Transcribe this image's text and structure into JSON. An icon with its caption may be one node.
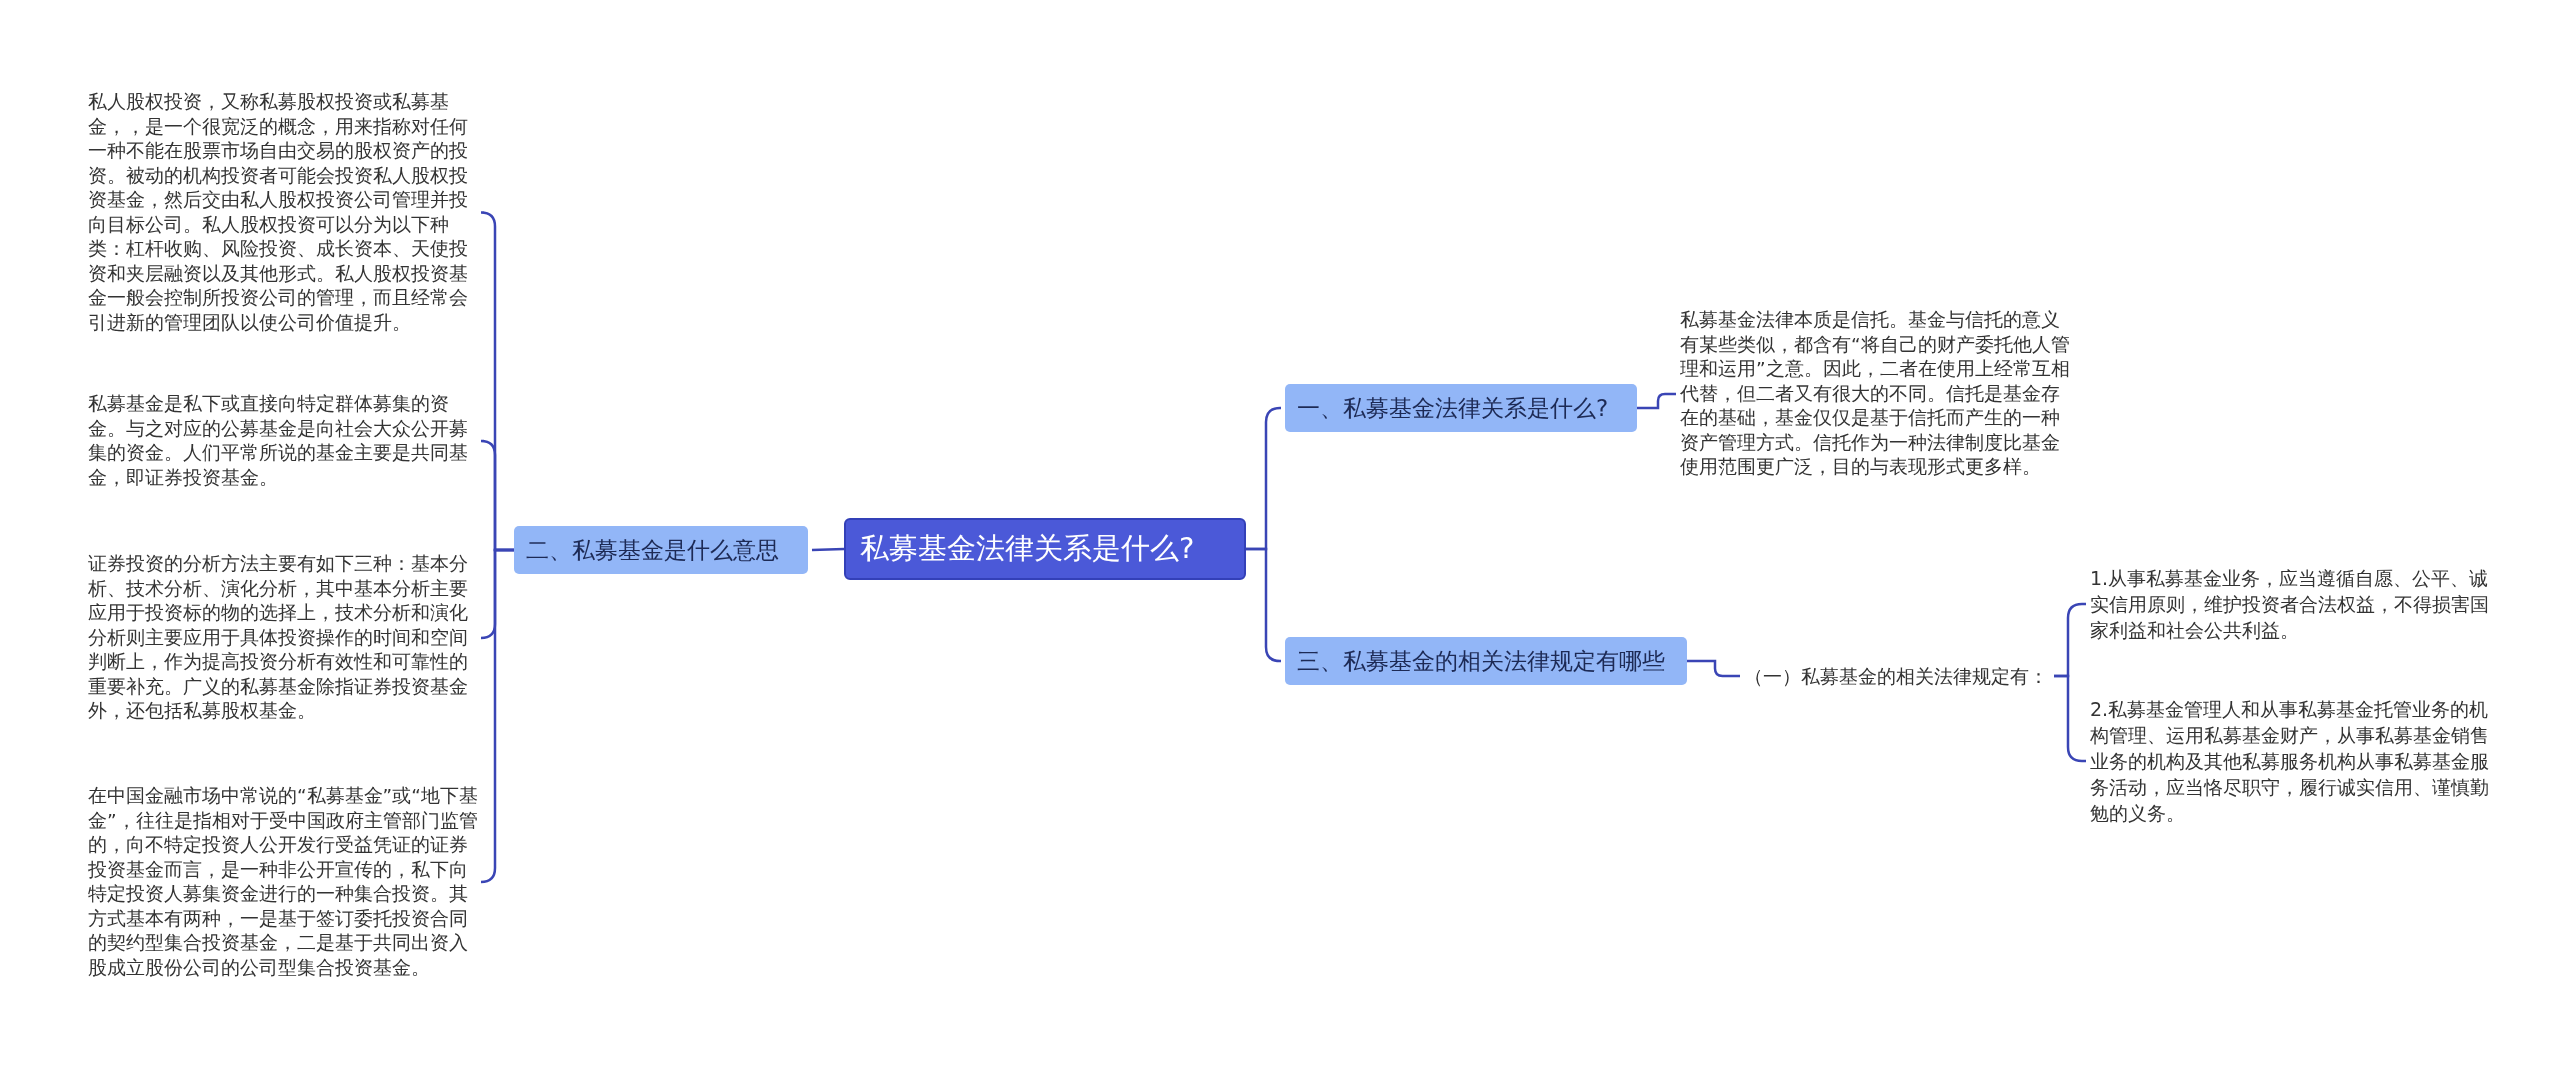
{
  "diagram": {
    "nodes": [
      {
        "text": [
          "私募基金法律关系是什么?"
        ]
      },
      {
        "text": [
          "一、私募基金法律关系是什么?"
        ]
      },
      {
        "text": [
          "私募基金法律本质是信托。基金与信托的意义有某些类似，都含有“将自己的财产委托他人管理和运用”之意。因此，二者在使用上经常互相代替，但二者又有很大的不同。信托是基金存在的基础，基金仅仅是基于信托而产生的一种资产管理方式。信托作为一种法律制度比基金使用范围更广泛，目的与表现形式更多样。"
        ]
      },
      {
        "text": [
          "三、私募基金的相关法律规定有哪些"
        ]
      },
      {
        "text": [
          "（一）私募基金的相关法律规定有："
        ]
      },
      {
        "text": [
          "1.从事私募基金业务，应当遵循自愿、公平、诚实信用原则，维护投资者合法权益，不得损害国家利益和社会公共利益。"
        ]
      },
      {
        "text": [
          "2.私募基金管理人和从事私募基金托管业务的机构管理、运用私募基金财产，从事私募基金销售业务的机构及其他私募服务机构从事私募基金服务活动，应当恪尽职守，履行诚实信用、谨慎勤勉的义务。"
        ]
      },
      {
        "text": [
          "二、私募基金是什么意思"
        ]
      },
      {
        "text": [
          "私人股权投资，又称私募股权投资或私募基金，，是一个很宽泛的概念，用来指称对任何一种不能在股票市场自由交易的股权资产的投资。被动的机构投资者可能会投资私人股权投资基金，然后交由私人股权投资公司管理并投向目标公司。私人股权投资可以分为以下种类：杠杆收购、风险投资、成长资本、天使投资和夹层融资以及其他形式。私人股权投资基金一般会控制所投资公司的管理，而且经常会引进新的管理团队以使公司价值提升。"
        ]
      },
      {
        "text": [
          "私募基金是私下或直接向特定群体募集的资金。与之对应的公募基金是向社会大众公开募集的资金。人们平常所说的基金主要是共同基金，即证券投资基金。"
        ]
      },
      {
        "text": [
          "证券投资的分析方法主要有如下三种：基本分析、技术分析、演化分析，其中基本分析主要应用于投资标的物的选择上，技术分析和演化分析则主要应用于具体投资操作的时间和空间判断上，作为提高投资分析有效性和可靠性的重要补充。广义的私募基金除指证券投资基金外，还包括私募股权基金。"
        ]
      },
      {
        "text": [
          "在中国金融市场中常说的“私募基金”或“地下基金”，往往是指相对于受中国政府主管部门监管的，向不特定投资人公开发行受益凭证的证券投资基金而言，是一种非公开宣传的，私下向特定投资人募集资金进行的一种集合投资。其方式基本有两种，一是基于签订委托投资合同的契约型集合投资基金，二是基于共同出资入股成立股份公司的公司型集合投资基金。"
        ]
      }
    ],
    "edges": [
      {
        "from": 0,
        "to": 1,
        "arrow": "none"
      },
      {
        "from": 0,
        "to": 3,
        "arrow": "none"
      },
      {
        "from": 0,
        "to": 7,
        "arrow": "none"
      },
      {
        "from": 1,
        "to": 2,
        "arrow": "none"
      },
      {
        "from": 3,
        "to": 4,
        "arrow": "none"
      },
      {
        "from": 4,
        "to": 5,
        "arrow": "none"
      },
      {
        "from": 4,
        "to": 6,
        "arrow": "none"
      },
      {
        "from": 7,
        "to": 8,
        "arrow": "none"
      },
      {
        "from": 7,
        "to": 9,
        "arrow": "none"
      },
      {
        "from": 7,
        "to": 10,
        "arrow": "none"
      },
      {
        "from": 7,
        "to": 11,
        "arrow": "none"
      }
    ]
  }
}
